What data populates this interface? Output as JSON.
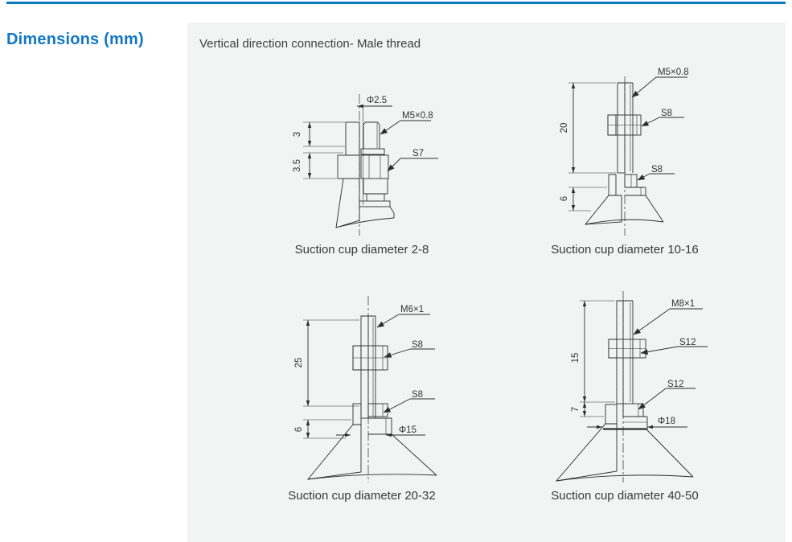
{
  "page": {
    "title": "Dimensions (mm)"
  },
  "colors": {
    "accent_blue": "#1377c5",
    "top_rule_blue": "#0f78c3",
    "panel_bg": "#f2f3f3",
    "drawing_line": "#2e2e2e",
    "text": "#3a3a3a"
  },
  "panel": {
    "title": "Vertical direction connection- Male thread"
  },
  "figures": [
    {
      "caption": "Suction cup diameter 2-8",
      "labels": {
        "hole_dia": "Φ2.5",
        "thread": "M5×0.8",
        "hex": "S7",
        "dim_top": "3",
        "dim_bottom": "3.5"
      }
    },
    {
      "caption": "Suction cup diameter 10-16",
      "labels": {
        "thread": "M5×0.8",
        "hex_upper": "S8",
        "hex_lower": "S8",
        "dim_top": "20",
        "dim_bottom": "6"
      }
    },
    {
      "caption": "Suction cup diameter 20-32",
      "labels": {
        "thread": "M6×1",
        "hex_upper": "S8",
        "hex_lower": "S8",
        "cup_dia": "Φ15",
        "dim_top": "25",
        "dim_bottom": "6"
      }
    },
    {
      "caption": "Suction cup diameter 40-50",
      "labels": {
        "thread": "M8×1",
        "hex_upper": "S12",
        "hex_lower": "S12",
        "cup_dia": "Φ18",
        "dim_top": "15",
        "dim_bottom": "7"
      }
    }
  ]
}
